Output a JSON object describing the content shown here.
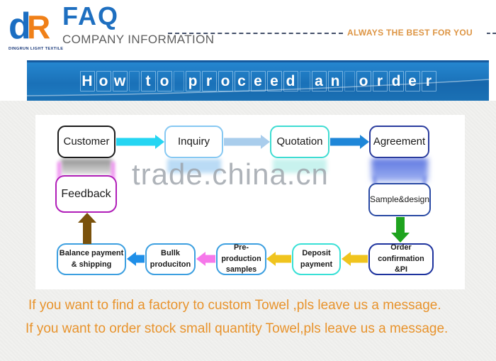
{
  "header": {
    "logo": {
      "mark_d": "d",
      "mark_r": "R",
      "caption": "DINGRUN LIGHT TEXTILE"
    },
    "title": "FAQ",
    "subtitle": "COMPANY INFORMATION",
    "tagline": "ALWAYS THE BEST FOR YOU"
  },
  "banner": {
    "title": "How to proceed an order"
  },
  "watermark": "trade.china.cn",
  "flow": {
    "nodes": [
      {
        "key": "customer",
        "label": "Customer"
      },
      {
        "key": "inquiry",
        "label": "Inquiry"
      },
      {
        "key": "quotation",
        "label": "Quotation"
      },
      {
        "key": "agreement",
        "label": "Agreement"
      },
      {
        "key": "sample_design",
        "label": "Sample&design"
      },
      {
        "key": "order_confirmation",
        "label": "Order confirmation\n&PI"
      },
      {
        "key": "deposit_payment",
        "label": "Deposit\npayment"
      },
      {
        "key": "pre_production",
        "label": "Pre-production\nsamples"
      },
      {
        "key": "bulk_production",
        "label": "Bullk\nproduciton"
      },
      {
        "key": "balance_shipping",
        "label": "Balance payment\n& shipping"
      },
      {
        "key": "feedback",
        "label": "Feedback"
      }
    ]
  },
  "footer": {
    "line1": "If you want to find a factory to custom Towel ,pls leave us a message.",
    "line2": "If you want to order stock small quantity Towel,pls leave us a message."
  },
  "colors": {
    "brand_blue": "#1e6fc0",
    "brand_orange": "#f08018",
    "banner_blue": "#1e7ec6",
    "tagline_orange": "#dd9544",
    "footer_orange": "#e8932c",
    "watermark_gray": "#9ba1a8",
    "arrow_cyan": "#25d5f2",
    "arrow_lightblue": "#a9cdec",
    "arrow_blue": "#1e86d8",
    "arrow_green": "#1ea31e",
    "arrow_gold": "#f0c41e",
    "arrow_pink": "#f678ea",
    "arrow_brown": "#7a520c",
    "border_black": "#1c1c1c",
    "border_lightblue": "#86c8f2",
    "border_cyan": "#3edcd2",
    "border_navy": "#2a3c9e",
    "border_blue": "#3c9fe0",
    "border_magenta": "#b01eb8"
  }
}
